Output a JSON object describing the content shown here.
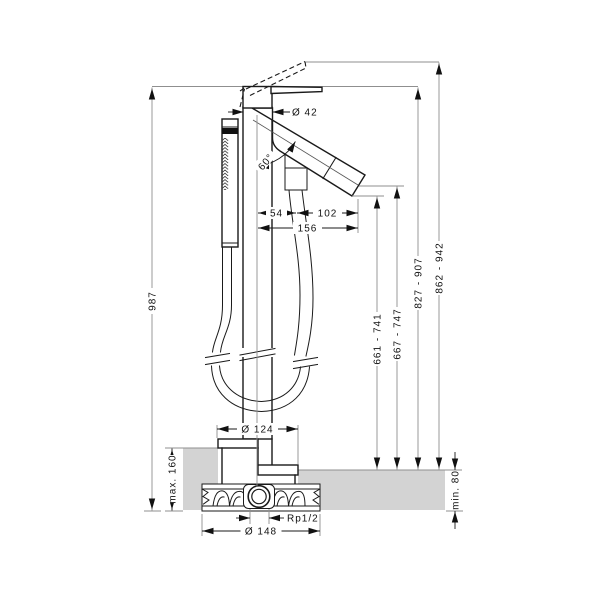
{
  "labels": {
    "spout_diameter": "Ø 42",
    "spout_angle": "60°",
    "riser_to_hose": "54",
    "hose_to_outlet": "102",
    "riser_to_outlet_total": "156",
    "total_height": "987",
    "outlet_bottom_height": "661 - 741",
    "outlet_center_height": "667 - 747",
    "handle_height": "827 - 907",
    "handle_raised_height": "862 - 942",
    "trim_plate_diameter": "Ø 124",
    "floor_buildup_left": "max. 160",
    "floor_buildup_right": "min. 80",
    "connection_thread": "Rp1/2",
    "base_plate_diameter": "Ø 148"
  },
  "colors": {
    "line": "#1a1a1a",
    "dimension_line": "#8f8f8f",
    "floor_fill": "#d3d3d3",
    "background": "#ffffff"
  }
}
